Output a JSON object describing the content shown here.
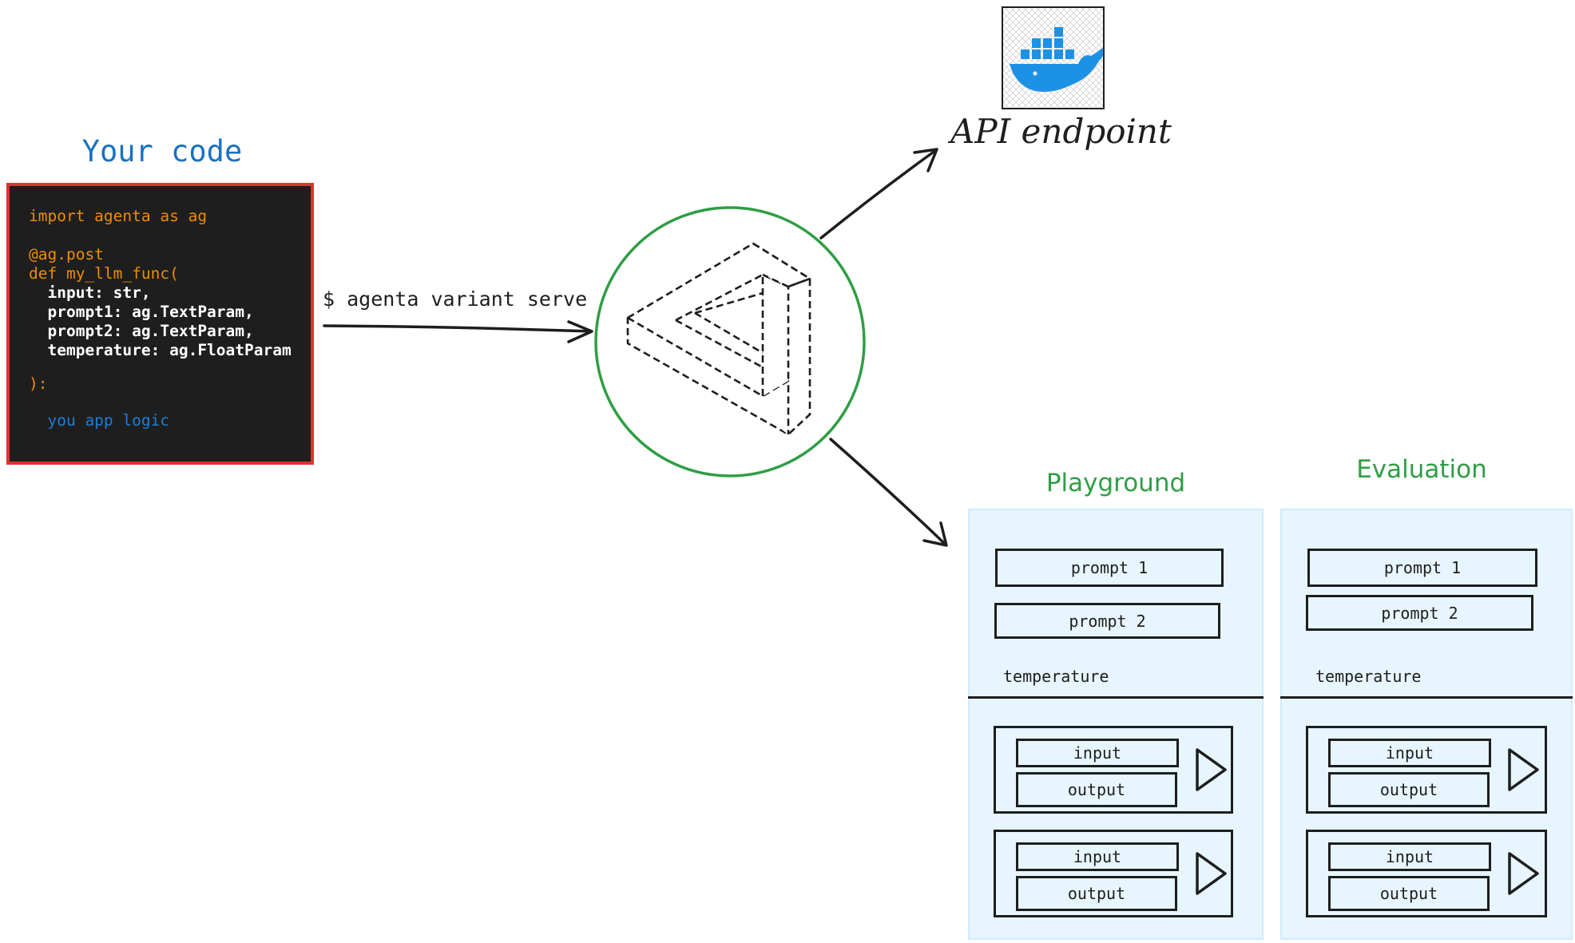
{
  "code_panel": {
    "title": "Your code",
    "lines": [
      "import agenta as ag",
      "@ag.post",
      "def my_llm_func(",
      "  input: str,",
      "  prompt1: ag.TextParam,",
      "  prompt2: ag.TextParam,",
      "  temperature: ag.FloatParam",
      "):",
      "  you app logic"
    ]
  },
  "command_label": "$ agenta variant serve",
  "api_label": "API endpoint",
  "icons": [
    "docker-whale-icon",
    "agenta-triangle-logo-icon",
    "play-icon"
  ],
  "playground": {
    "title": "Playground",
    "prompt1": "prompt 1",
    "prompt2": "prompt 2",
    "temperature_label": "temperature",
    "rows": [
      {
        "input": "input",
        "output": "output"
      },
      {
        "input": "input",
        "output": "output"
      }
    ]
  },
  "evaluation": {
    "title": "Evaluation",
    "prompt1": "prompt 1",
    "prompt2": "prompt 2",
    "temperature_label": "temperature",
    "rows": [
      {
        "input": "input",
        "output": "output"
      },
      {
        "input": "input",
        "output": "output"
      }
    ]
  },
  "colors": {
    "code_title": "#1971c2",
    "code_border": "#e03131",
    "code_bg": "#1e1e1e",
    "keyword_orange": "#f08c00",
    "comment_blue": "#1c7ed6",
    "circle_green": "#2f9e44",
    "panel_bg": "#e7f5ff",
    "docker_blue": "#1d91e6"
  }
}
